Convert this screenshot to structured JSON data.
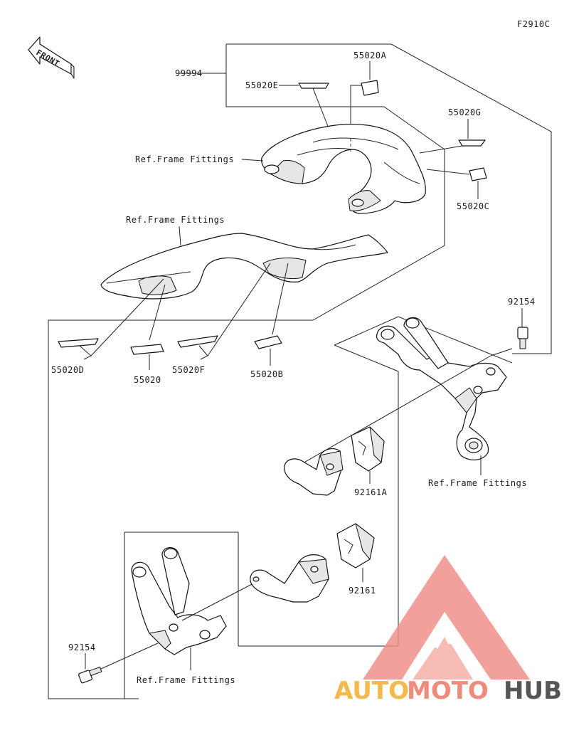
{
  "diagram_code": "F2910C",
  "front_label": "FRONT",
  "parts": {
    "p99994": "99994",
    "p55020A": "55020A",
    "p55020E": "55020E",
    "p55020G": "55020G",
    "p55020C": "55020C",
    "p55020D": "55020D",
    "p55020": "55020",
    "p55020F": "55020F",
    "p55020B": "55020B",
    "p92154_top": "92154",
    "p92161A": "92161A",
    "p92161": "92161",
    "p92154_bottom": "92154"
  },
  "refs": {
    "ref1": "Ref.Frame Fittings",
    "ref2": "Ref.Frame Fittings",
    "ref3": "Ref.Frame Fittings",
    "ref4": "Ref.Frame Fittings"
  },
  "watermark": {
    "auto": "AUTO",
    "moto": "MOTO",
    "hub": "HUB",
    "colors": {
      "auto": "#f5b84a",
      "moto": "#f08a7a",
      "hub": "#555555",
      "logo": "#f0908a"
    }
  }
}
